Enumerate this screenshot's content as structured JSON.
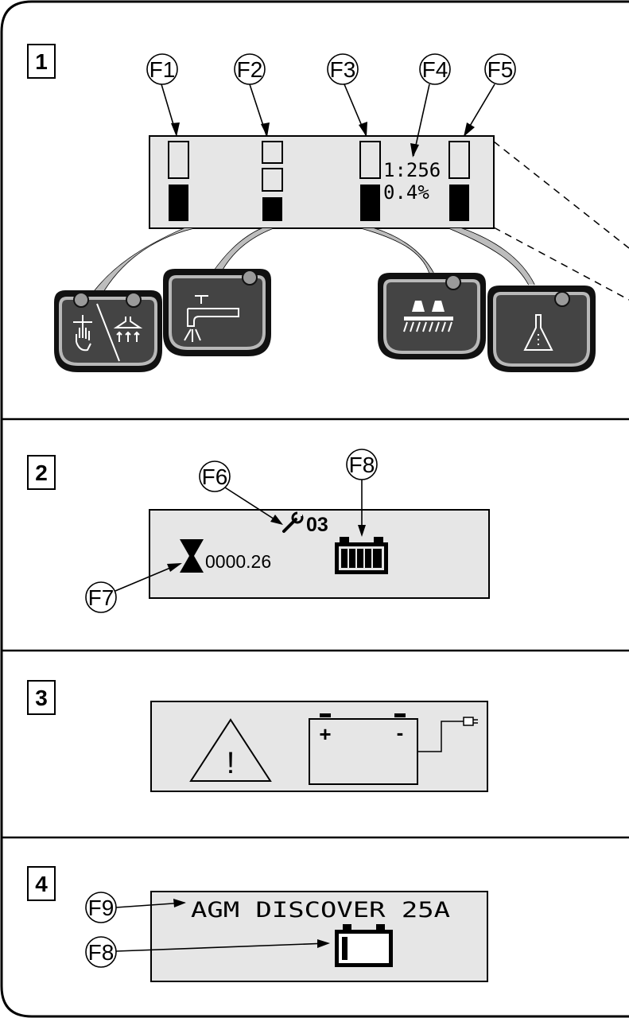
{
  "panels": [
    {
      "number": "1"
    },
    {
      "number": "2"
    },
    {
      "number": "3"
    },
    {
      "number": "4"
    }
  ],
  "callouts": {
    "f1": "F1",
    "f2": "F2",
    "f3": "F3",
    "f4": "F4",
    "f5": "F5",
    "f6": "F6",
    "f7": "F7",
    "f8": "F8",
    "f9": "F9",
    "f8b": "F8"
  },
  "panel1": {
    "ratio_text": "1:256",
    "percent_text": "0.4%",
    "buttons": [
      "manual-brush-vacuum-icon",
      "water-tap-icon",
      "brush-pressure-icon",
      "detergent-flask-icon"
    ]
  },
  "panel2": {
    "service_code": "03",
    "hour_counter": "0000.26",
    "battery_level": 1.0
  },
  "panel3": {
    "plus_sign": "+",
    "minus_sign": "-",
    "warning_mark": "!"
  },
  "panel4": {
    "battery_type": "AGM DISCOVER 25A",
    "battery_level": 0.1
  },
  "colors": {
    "lcd_background": "#e6e6e6",
    "button_body": "#111111",
    "button_face": "#444444",
    "button_rim": "#b8b8b8",
    "indicator_led": "#9a9a9a"
  }
}
